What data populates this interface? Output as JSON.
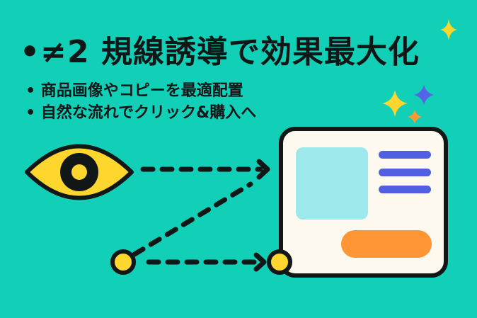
{
  "title": {
    "bullet": "•",
    "number": "≠2",
    "text": "規線誘導で効果最大化"
  },
  "bullets": [
    {
      "marker": "•",
      "text": "商品画像やコピーを最適配置"
    },
    {
      "marker": "•",
      "text": "自然な流れでクリック&購入へ"
    }
  ],
  "colors": {
    "background": "#12cfb7",
    "ink": "#111617",
    "eye_yellow": "#ffd62e",
    "card_bg": "#fdf9ef",
    "image_placeholder": "#9de8ea",
    "text_lines": "#5060e0",
    "cta_button": "#ff9534",
    "sparkle_yellow": "#ffd62e",
    "sparkle_blue": "#5563e6",
    "sparkle_orange": "#ff9a2e"
  },
  "icons": {
    "eye": "eye-icon",
    "sparkles": "sparkle-icon",
    "arrows": "dashed-arrow-icon",
    "card": "webpage-mockup-icon"
  }
}
